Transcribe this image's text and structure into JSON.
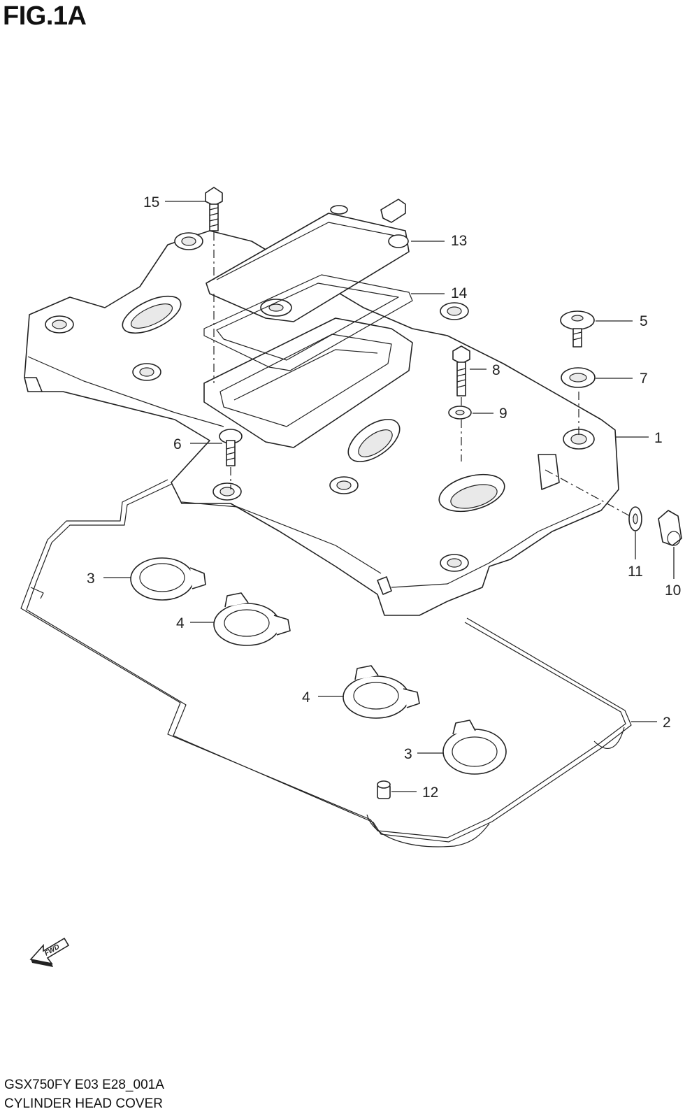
{
  "figure": {
    "title": "FIG.1A"
  },
  "callouts": [
    "15",
    "13",
    "14",
    "5",
    "7",
    "1",
    "8",
    "9",
    "6",
    "11",
    "10",
    "3",
    "4",
    "4",
    "3",
    "2",
    "12"
  ],
  "fwd_label": "FWD",
  "footer": {
    "code": "GSX750FY E03 E28_001A",
    "caption": "CYLINDER HEAD COVER"
  }
}
